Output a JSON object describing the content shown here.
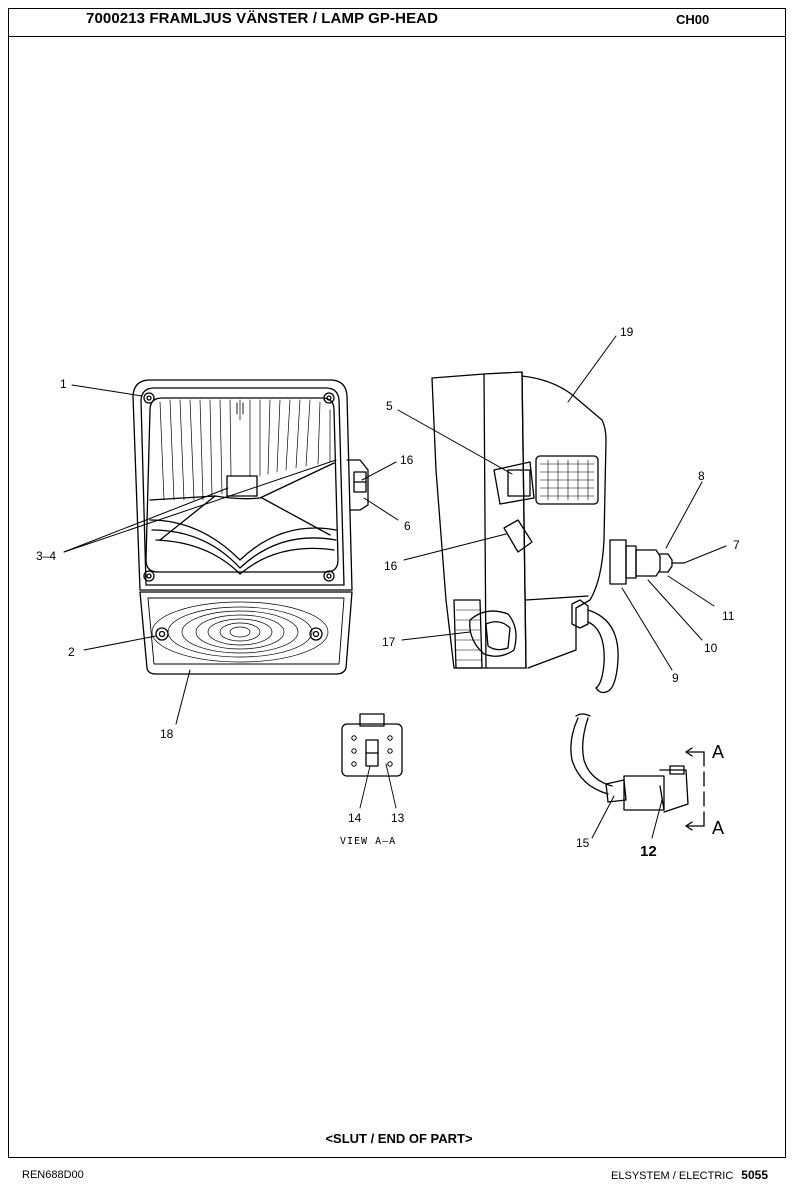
{
  "header": {
    "title": "7000213 FRAMLJUS VÄNSTER / LAMP GP-HEAD",
    "code": "CH00"
  },
  "diagram": {
    "callouts": [
      "1",
      "2",
      "3–4",
      "5",
      "6",
      "7",
      "8",
      "9",
      "10",
      "11",
      "12",
      "13",
      "14",
      "15",
      "16",
      "16",
      "17",
      "18",
      "19"
    ],
    "view_label": "VIEW  A–A",
    "section_marks": [
      "A",
      "A"
    ]
  },
  "footer": {
    "end_note": "<SLUT / END OF PART>",
    "doc_id": "REN688D00",
    "section": "ELSYSTEM / ELECTRIC",
    "page": "5055"
  }
}
